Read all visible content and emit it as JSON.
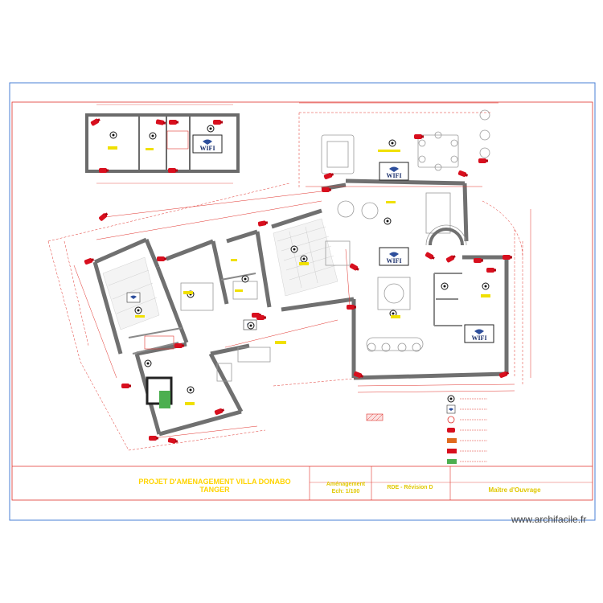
{
  "title_block": {
    "project_title": "PROJET D'AMENAGEMENT VILLA DONABO",
    "city": "TANGER",
    "sheet_label": "Aménagement",
    "scale": "Ech: 1/100",
    "level": "RDE - Révision D",
    "author": "Maître d'Ouvrage"
  },
  "wifi_label": "WIFI",
  "watermark": "www.archifacile.fr",
  "legend_items": [
    {
      "icon": "wifi-access-point-icon"
    },
    {
      "icon": "wifi-router-icon"
    },
    {
      "icon": "smoke-detector-icon"
    },
    {
      "icon": "camera-icon"
    },
    {
      "icon": "alarm-siren-icon"
    },
    {
      "icon": "keypad-icon"
    },
    {
      "icon": "green-module-icon"
    }
  ],
  "colors": {
    "dimension_lines": "#e0322c",
    "walls": "#707070",
    "cameras": "#d80f1e",
    "labels": "#f0e000",
    "title": "#ffd400",
    "frame": "#4a7fd6"
  }
}
